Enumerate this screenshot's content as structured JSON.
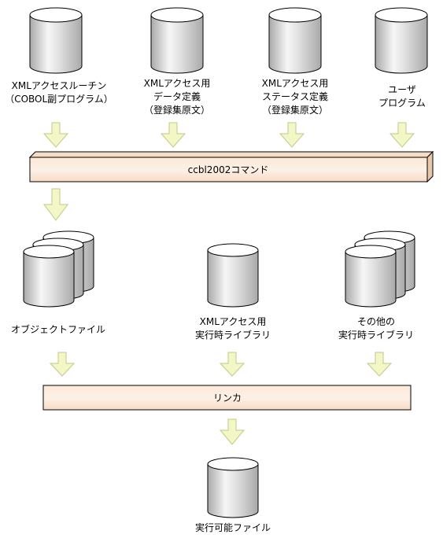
{
  "inputs": [
    {
      "line1": "XMLアクセスルーチン",
      "line2": "（COBOL副プログラム）"
    },
    {
      "line1": "XMLアクセス用",
      "line2": "データ定義",
      "line3": "（登録集原文）"
    },
    {
      "line1": "XMLアクセス用",
      "line2": "ステータス定義",
      "line3": "（登録集原文）"
    },
    {
      "line1": "ユーザ",
      "line2": "プログラム"
    }
  ],
  "compiler": {
    "label": "ccbl2002コマンド"
  },
  "intermediates": [
    {
      "line1": "オブジェクトファイル"
    },
    {
      "line1": "XMLアクセス用",
      "line2": "実行時ライブラリ"
    },
    {
      "line1": "その他の",
      "line2": "実行時ライブラリ"
    }
  ],
  "linker": {
    "label": "リンカ"
  },
  "output": {
    "line1": "実行可能ファイル"
  },
  "colors": {
    "bar_fill": "#fbe5d6",
    "arrow_fill": "#f2f7c5",
    "arrow_stroke": "#c2c88a",
    "cyl_light": "#f4f4f4",
    "cyl_dark": "#a8a8a8"
  }
}
